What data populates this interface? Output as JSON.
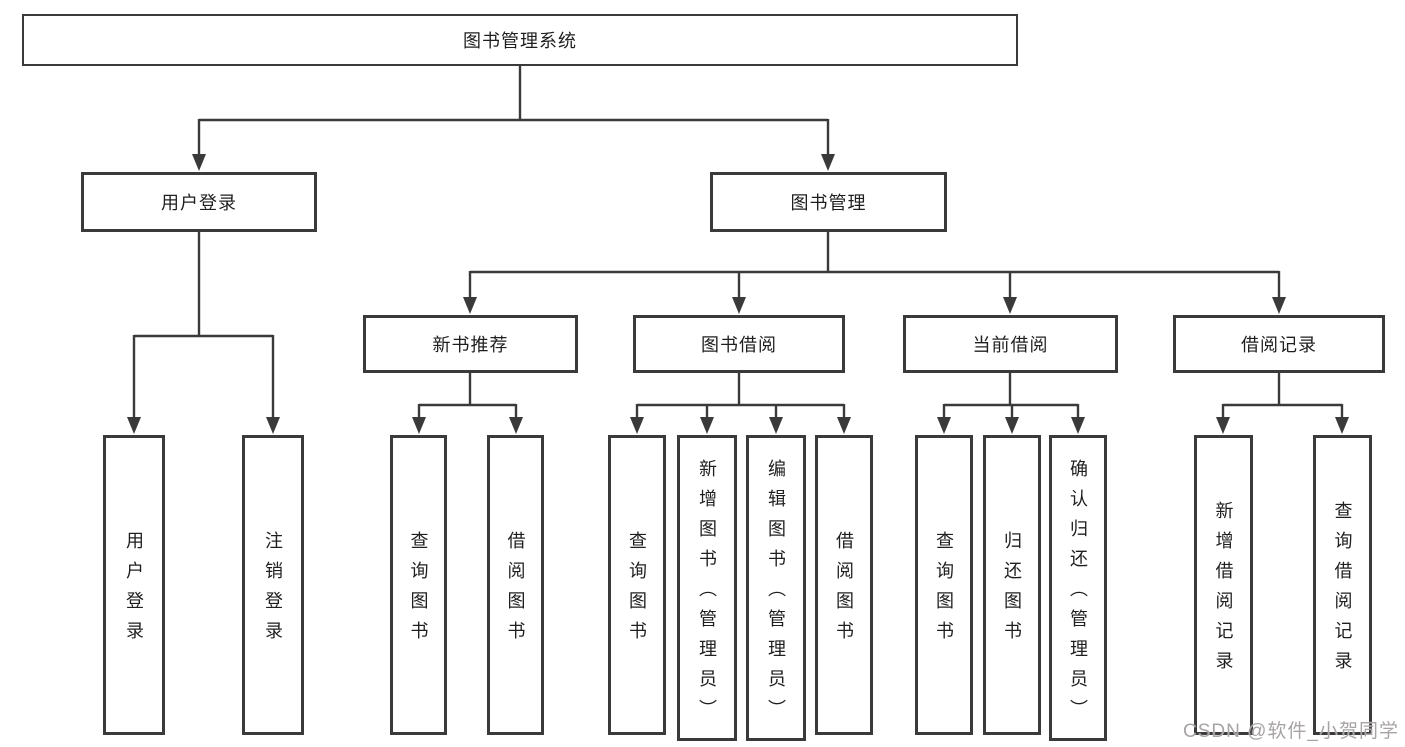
{
  "watermark": "CSDN @软件_小贺同学",
  "colors": {
    "background": "#ffffff",
    "line": "#3a3a3a",
    "box_border": "#3a3a3a",
    "text": "#1f1f1f",
    "watermark": "#a8a4a4"
  },
  "tree": {
    "root": {
      "label": "图书管理系统"
    },
    "level2": [
      {
        "label": "用户登录"
      },
      {
        "label": "图书管理"
      }
    ],
    "level3": [
      {
        "label": "新书推荐"
      },
      {
        "label": "图书借阅"
      },
      {
        "label": "当前借阅"
      },
      {
        "label": "借阅记录"
      }
    ],
    "leaves": {
      "user_login": [
        {
          "label": "用户登录"
        },
        {
          "label": "注销登录"
        }
      ],
      "new_book_recommend": [
        {
          "label": "查询图书"
        },
        {
          "label": "借阅图书"
        }
      ],
      "book_borrow": [
        {
          "label": "查询图书"
        },
        {
          "label": "新增图书（管理员）"
        },
        {
          "label": "编辑图书（管理员）"
        },
        {
          "label": "借阅图书"
        }
      ],
      "current_borrow": [
        {
          "label": "查询图书"
        },
        {
          "label": "归还图书"
        },
        {
          "label": "确认归还（管理员）"
        }
      ],
      "borrow_records": [
        {
          "label": "新增借阅记录"
        },
        {
          "label": "查询借阅记录"
        }
      ]
    }
  }
}
